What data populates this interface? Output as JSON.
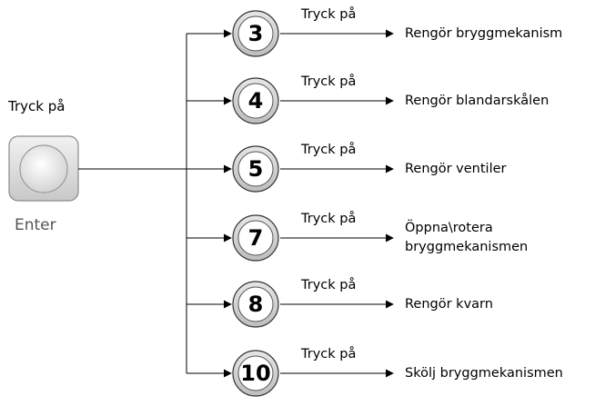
{
  "enter_key": {
    "tap_label": "Tryck på",
    "label": "Enter"
  },
  "options": [
    {
      "number": "3",
      "tap_label": "Tryck på",
      "result": "Rengör bryggmekanism"
    },
    {
      "number": "4",
      "tap_label": "Tryck på",
      "result": "Rengör blandarskålen"
    },
    {
      "number": "5",
      "tap_label": "Tryck på",
      "result": "Rengör ventiler"
    },
    {
      "number": "7",
      "tap_label": "Tryck på",
      "result": "Öppna\\rotera bryggmekanismen"
    },
    {
      "number": "8",
      "tap_label": "Tryck på",
      "result": "Rengör kvarn"
    },
    {
      "number": "10",
      "tap_label": "Tryck på",
      "result": "Skölj bryggmekanismen"
    }
  ]
}
